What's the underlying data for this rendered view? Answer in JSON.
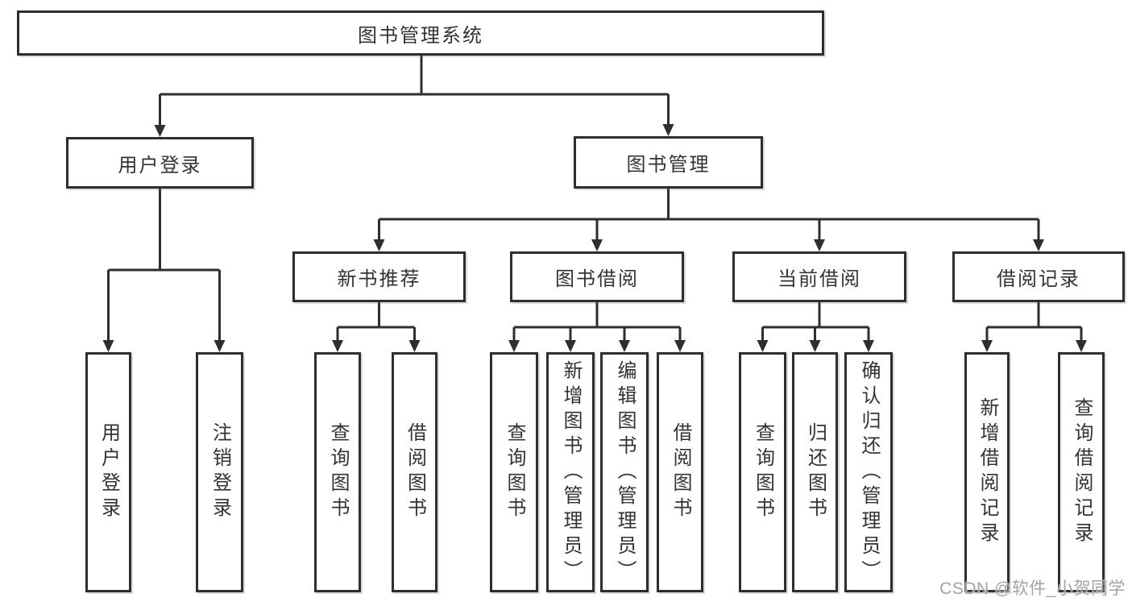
{
  "colors": {
    "background": "#ffffff",
    "line": "#2e2e2e",
    "box_border": "#2e2e2e",
    "box_fill": "#ffffff",
    "text": "#333333",
    "watermark": "#a3a3a8"
  },
  "nodes": {
    "root": "图书管理系统",
    "user_login": "用户登录",
    "book_mgmt": "图书管理",
    "new_book_rec": "新书推荐",
    "book_borrow": "图书借阅",
    "current_borrow": "当前借阅",
    "borrow_record": "借阅记录",
    "leaf_user_login": "用户登录",
    "leaf_logout": "注销登录",
    "leaf_rec_query": "查询图书",
    "leaf_rec_borrow": "借阅图书",
    "leaf_bb_query": "查询图书",
    "leaf_bb_add": "新增图书（管理员）",
    "leaf_bb_edit": "编辑图书（管理员）",
    "leaf_bb_borrow": "借阅图书",
    "leaf_cb_query": "查询图书",
    "leaf_cb_return": "归还图书",
    "leaf_cb_confirm": "确认归还（管理员）",
    "leaf_br_add": "新增借阅记录",
    "leaf_br_query": "查询借阅记录"
  },
  "tree": {
    "label": "图书管理系统",
    "children": [
      {
        "label": "用户登录",
        "children": [
          {
            "label": "用户登录"
          },
          {
            "label": "注销登录"
          }
        ]
      },
      {
        "label": "图书管理",
        "children": [
          {
            "label": "新书推荐",
            "children": [
              {
                "label": "查询图书"
              },
              {
                "label": "借阅图书"
              }
            ]
          },
          {
            "label": "图书借阅",
            "children": [
              {
                "label": "查询图书"
              },
              {
                "label": "新增图书（管理员）"
              },
              {
                "label": "编辑图书（管理员）"
              },
              {
                "label": "借阅图书"
              }
            ]
          },
          {
            "label": "当前借阅",
            "children": [
              {
                "label": "查询图书"
              },
              {
                "label": "归还图书"
              },
              {
                "label": "确认归还（管理员）"
              }
            ]
          },
          {
            "label": "借阅记录",
            "children": [
              {
                "label": "新增借阅记录"
              },
              {
                "label": "查询借阅记录"
              }
            ]
          }
        ]
      }
    ]
  },
  "watermark": {
    "text": "CSDN @软件_小贺同学"
  }
}
